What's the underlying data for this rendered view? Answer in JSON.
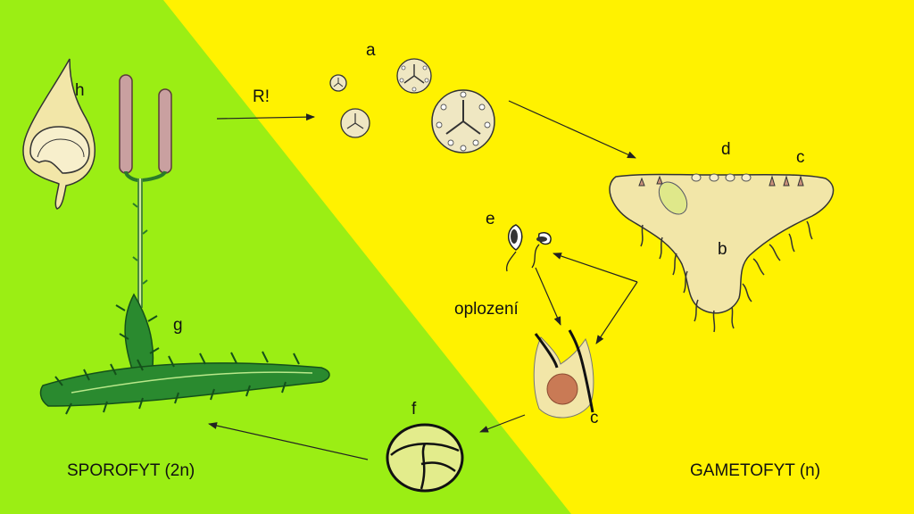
{
  "colors": {
    "sporophyte_bg": "#9bee14",
    "gametophyte_bg": "#fff200",
    "tissue": "#f2e6a8",
    "spore_fill": "#efe7c2",
    "moss_green": "#2a8a2f",
    "zygote_fill": "#e3ec8c",
    "nucleus": "#c97a55"
  },
  "labels": {
    "a": "a",
    "b": "b",
    "c_prothallus": "c",
    "d": "d",
    "e": "e",
    "c_archegonium": "c",
    "f": "f",
    "g": "g",
    "h": "h",
    "reduction": "R!",
    "fertilization": "oplození",
    "sporophyte": "SPOROFYT (2n)",
    "gametophyte": "GAMETOFYT (n)"
  }
}
